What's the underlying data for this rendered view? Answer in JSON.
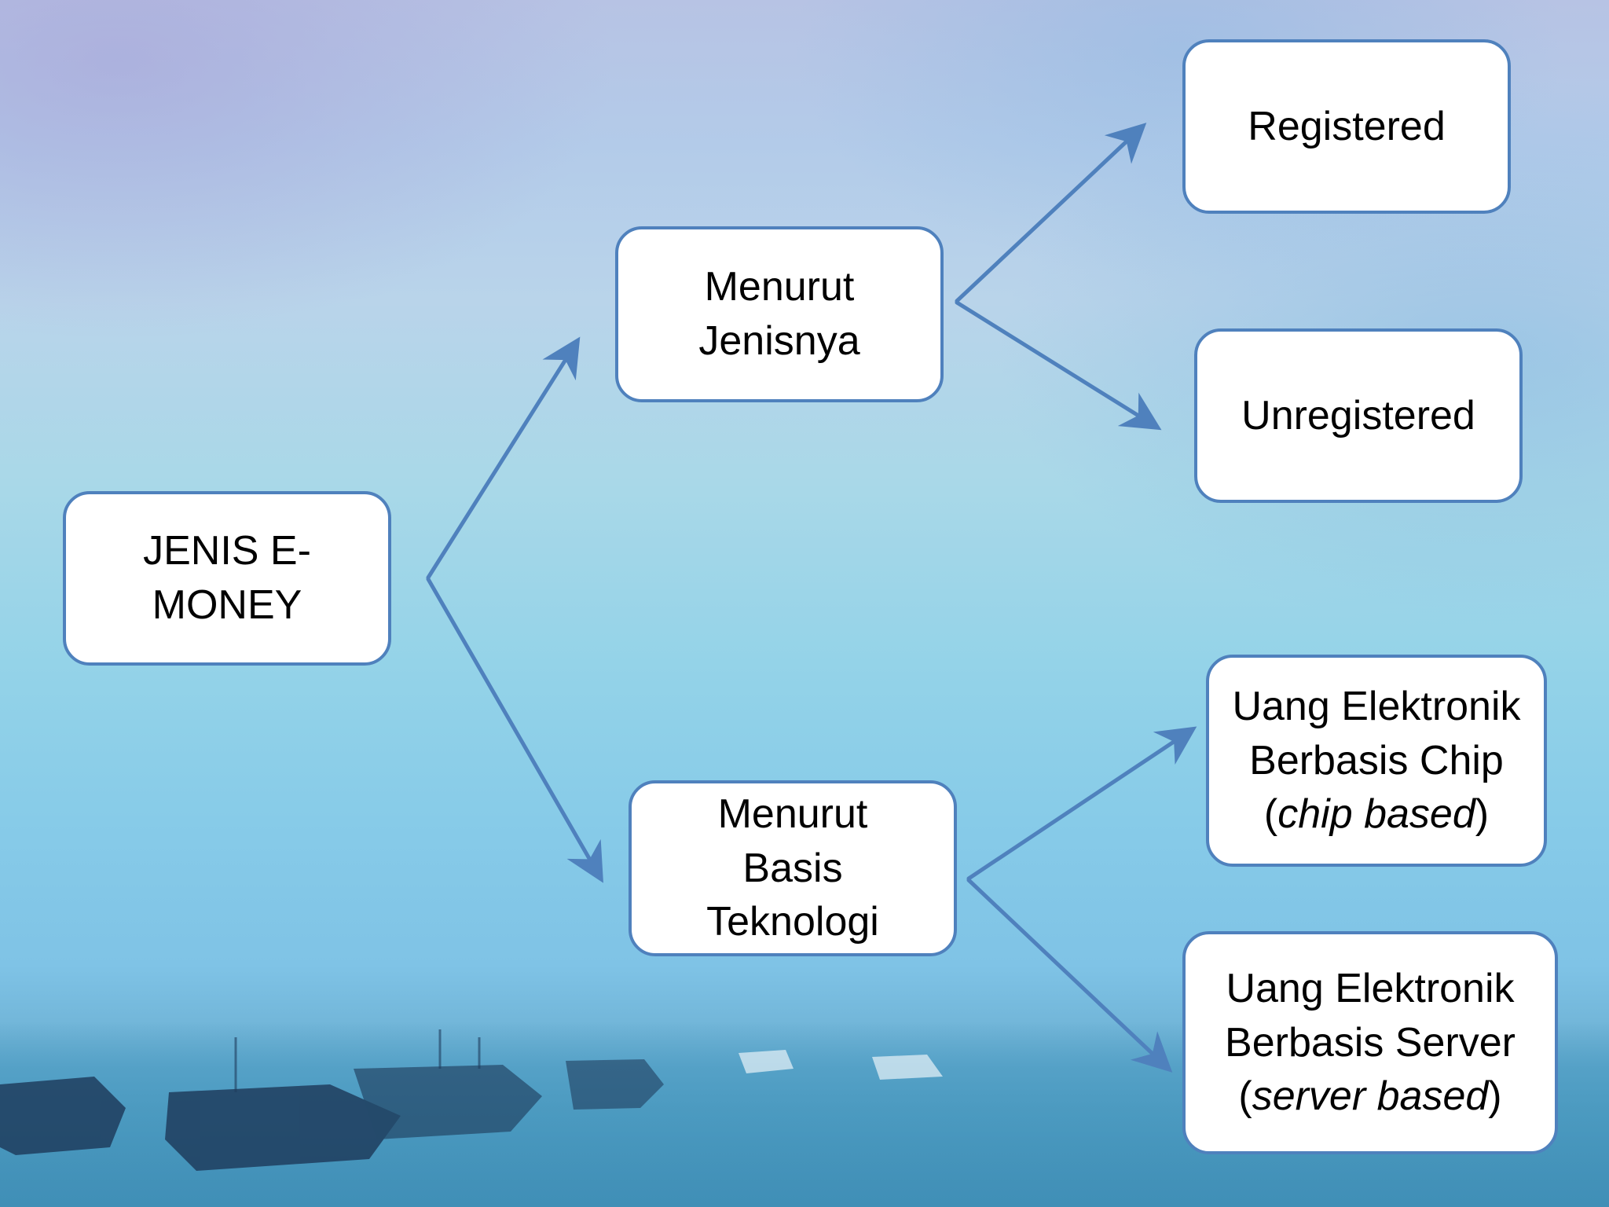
{
  "diagram": {
    "root": {
      "label": "JENIS E-MONEY"
    },
    "branches": [
      {
        "label": "Menurut Jenisnya",
        "children": [
          {
            "label": "Registered"
          },
          {
            "label": "Unregistered"
          }
        ]
      },
      {
        "label": "Menurut Basis Teknologi",
        "children": [
          {
            "label": "Uang Elektronik Berbasis Chip",
            "note": "chip based"
          },
          {
            "label": "Uang Elektronik Berbasis Server",
            "note": "server based"
          }
        ]
      }
    ]
  },
  "colors": {
    "node_border": "#4f81bd",
    "arrow": "#4f81bd",
    "node_fill": "#ffffff"
  }
}
